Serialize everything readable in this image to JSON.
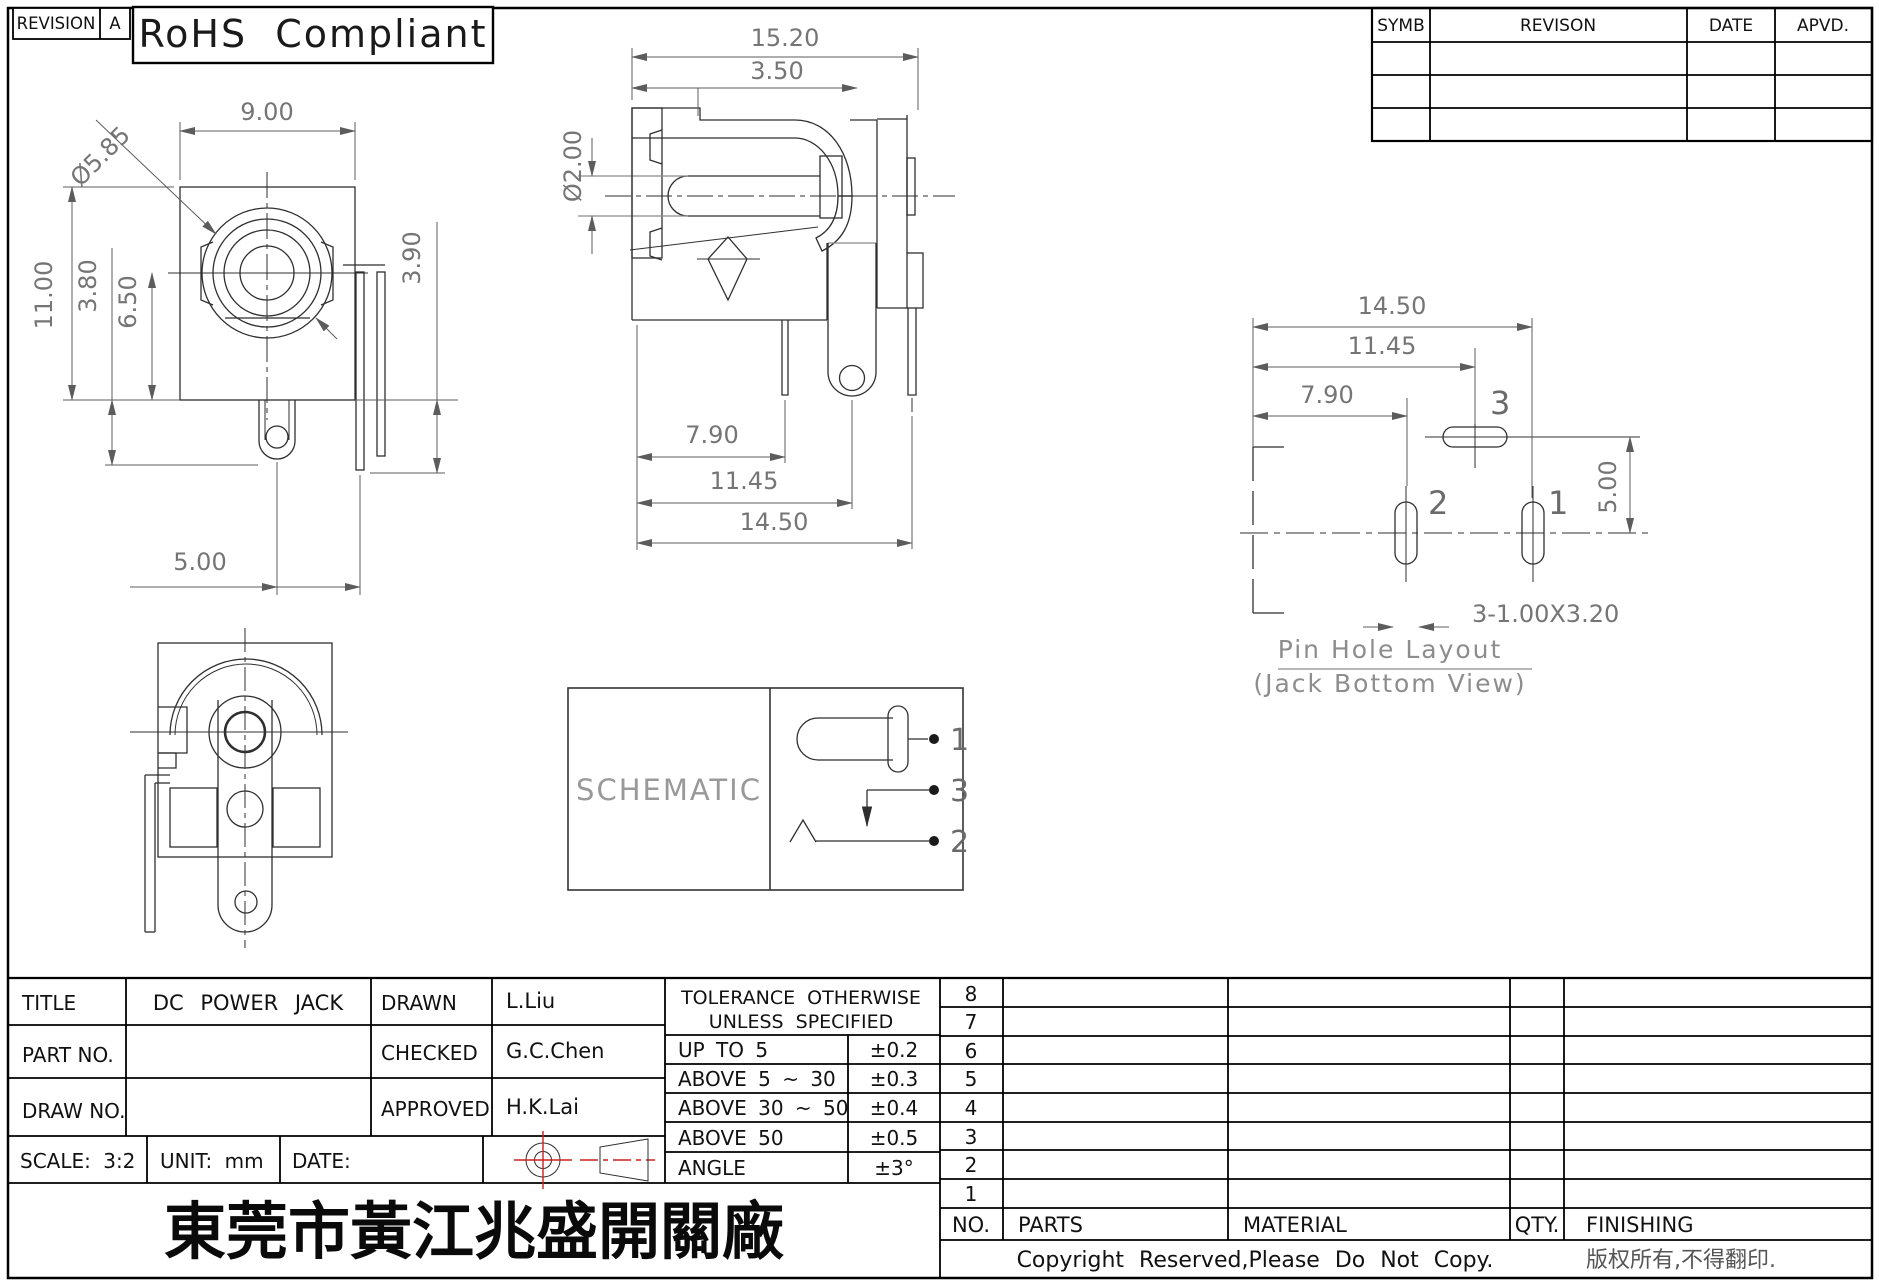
{
  "sheet": {
    "revision_label": "REVISION",
    "revision_value": "A",
    "rohs": "RoHS Compliant"
  },
  "revision_table": {
    "col_symb": "SYMB",
    "col_revision": "REVISON",
    "col_date": "DATE",
    "col_apvd": "APVD."
  },
  "front_view": {
    "dia": "Ø5.85",
    "width": "9.00",
    "height": "11.00",
    "d_380": "3.80",
    "d_650": "6.50",
    "d_390": "3.90",
    "d_500": "5.00"
  },
  "side_view": {
    "d_1520": "15.20",
    "d_350": "3.50",
    "dia_200": "Ø2.00",
    "d_790": "7.90",
    "d_1145": "11.45",
    "d_1450": "14.50"
  },
  "pin_layout": {
    "d_1450": "14.50",
    "d_1145": "11.45",
    "d_790": "7.90",
    "d_500": "5.00",
    "slot_spec": "3-1.00X3.20",
    "pin1": "1",
    "pin2": "2",
    "pin3": "3",
    "title": "Pin Hole Layout",
    "subtitle": "(Jack Bottom View)"
  },
  "schematic": {
    "label": "SCHEMATIC",
    "pin1": "1",
    "pin3": "3",
    "pin2": "2"
  },
  "title_block": {
    "title_label": "TITLE",
    "title_value": "DC POWER JACK",
    "part_label": "PART NO.",
    "part_value": "",
    "draw_label": "DRAW NO.",
    "draw_value": "",
    "drawn_label": "DRAWN",
    "drawn_value": "L.Liu",
    "checked_label": "CHECKED",
    "checked_value": "G.C.Chen",
    "approved_label": "APPROVED",
    "approved_value": "H.K.Lai",
    "scale": "SCALE: 3:2",
    "unit": "UNIT: mm",
    "date": "DATE:",
    "company": "東莞市黃江兆盛開關廠"
  },
  "tolerance_table": {
    "title_line1": "TOLERANCE OTHERWISE",
    "title_line2": "UNLESS SPECIFIED",
    "rows": [
      {
        "range": "UP TO 5",
        "tol": "±0.2"
      },
      {
        "range": "ABOVE 5 ~ 30",
        "tol": "±0.3"
      },
      {
        "range": "ABOVE 30 ~ 50",
        "tol": "±0.4"
      },
      {
        "range": "ABOVE 50",
        "tol": "±0.5"
      },
      {
        "range": "ANGLE",
        "tol": "±3°"
      }
    ]
  },
  "parts_table": {
    "row_numbers": [
      "8",
      "7",
      "6",
      "5",
      "4",
      "3",
      "2",
      "1"
    ],
    "no_label": "NO.",
    "parts_label": "PARTS",
    "material_label": "MATERIAL",
    "qty_label": "QTY.",
    "finishing_label": "FINISHING",
    "copyright_en": "Copyright Reserved,Please Do Not Copy.",
    "copyright_zh": "版权所有,不得翻印."
  },
  "colors": {
    "line": "#2f2f2f",
    "dim_text": "#757575",
    "table_line": "#000000",
    "projection_red": "#cc2020",
    "background": "#ffffff"
  }
}
